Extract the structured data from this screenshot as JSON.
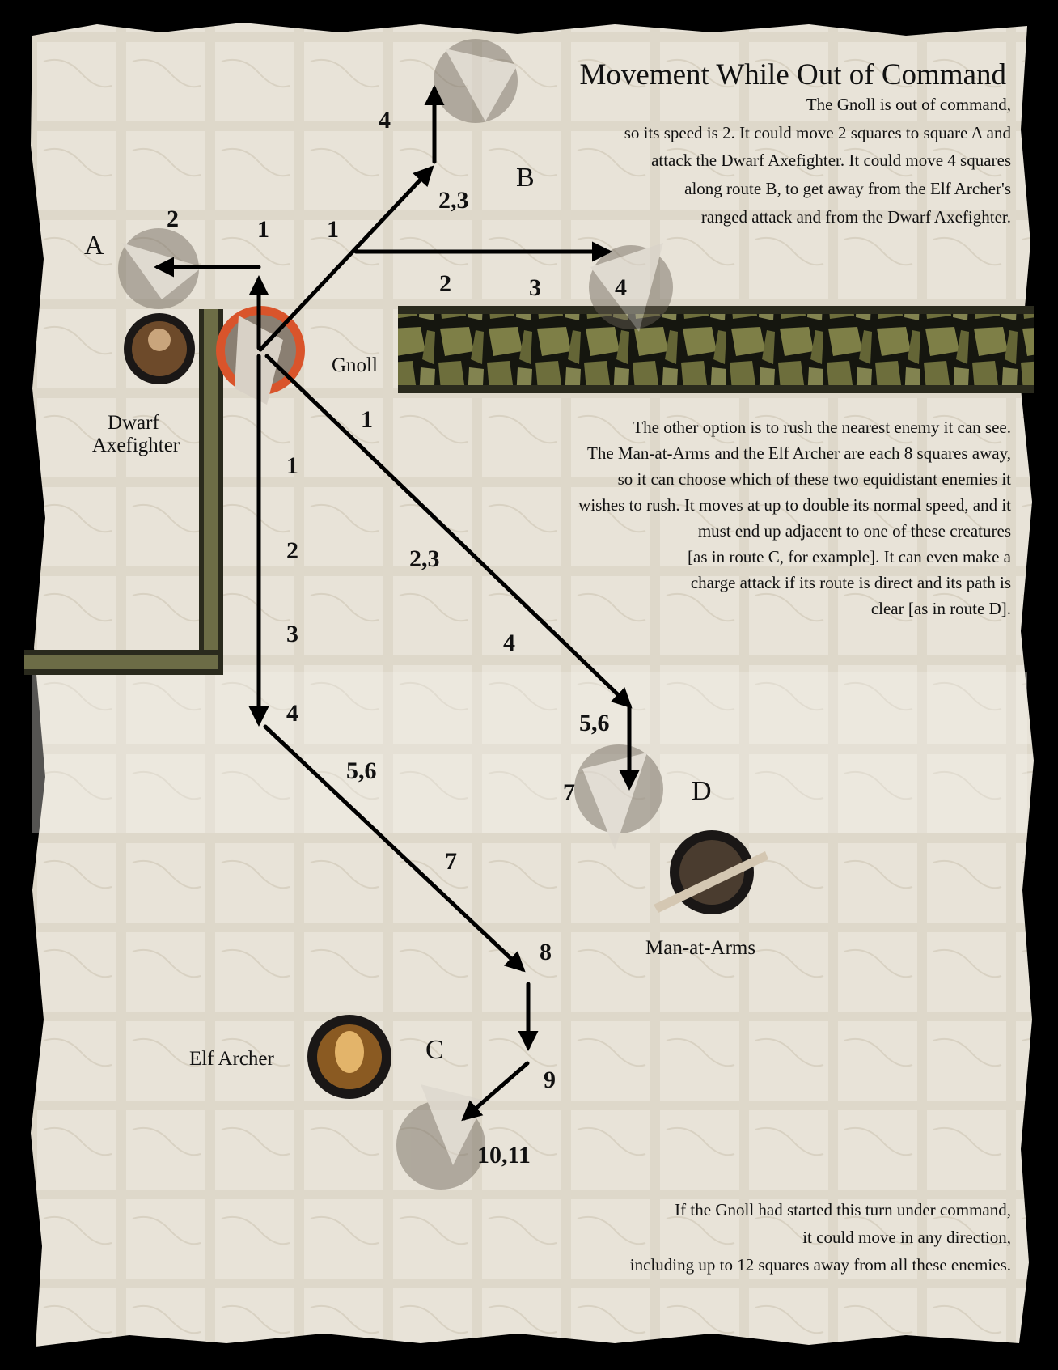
{
  "title": "Movement While Out of Command",
  "paragraphs": [
    {
      "lines": [
        "The Gnoll is out of command,",
        "so its speed is 2. It could move 2 squares to square A and",
        "attack the Dwarf Axefighter. It could move 4 squares",
        "along route B, to get away from the Elf Archer's",
        "ranged attack and from the Dwarf Axefighter."
      ]
    },
    {
      "lines": [
        "The other option is to rush the nearest enemy it can see.",
        "The Man-at-Arms and the Elf Archer are each 8 squares away,",
        "so it can choose which of these two equidistant enemies it",
        "wishes to rush.  It moves at up to double its normal speed, and it",
        "must end up adjacent to one of these creatures",
        "[as in route C, for example]. It can even make a",
        "charge attack if its route is direct and its path is",
        "clear [as in route D]."
      ]
    },
    {
      "lines": [
        "If the Gnoll had started this turn under command,",
        "it could move in any direction,",
        "including up to 12 squares away from all these enemies."
      ]
    }
  ],
  "figures": {
    "gnoll": "Gnoll",
    "dwarf": "Dwarf Axefighter",
    "man_at_arms": "Man-at-Arms",
    "elf_archer": "Elf Archer"
  },
  "route_letters": [
    "A",
    "B",
    "C",
    "D"
  ],
  "step_numbers": {
    "route_a": [
      "1",
      "2"
    ],
    "route_b_diag": [
      "1",
      "2,3",
      "4"
    ],
    "route_b_side": [
      "1",
      "2",
      "3",
      "4"
    ],
    "route_c": [
      "1",
      "2",
      "3",
      "4",
      "5,6",
      "7",
      "8",
      "9",
      "10,11"
    ],
    "route_d": [
      "1",
      "2,3",
      "4",
      "5,6",
      "7"
    ]
  },
  "colors": {
    "parchment": "#ece7dc",
    "tile": "#e2dccf",
    "grout": "#d3ccbd",
    "frame": "#000000",
    "wall": "#4a4a32",
    "wall_stone": "#7b7c45",
    "gnoll_ring": "#d9542b",
    "text": "#111111"
  }
}
